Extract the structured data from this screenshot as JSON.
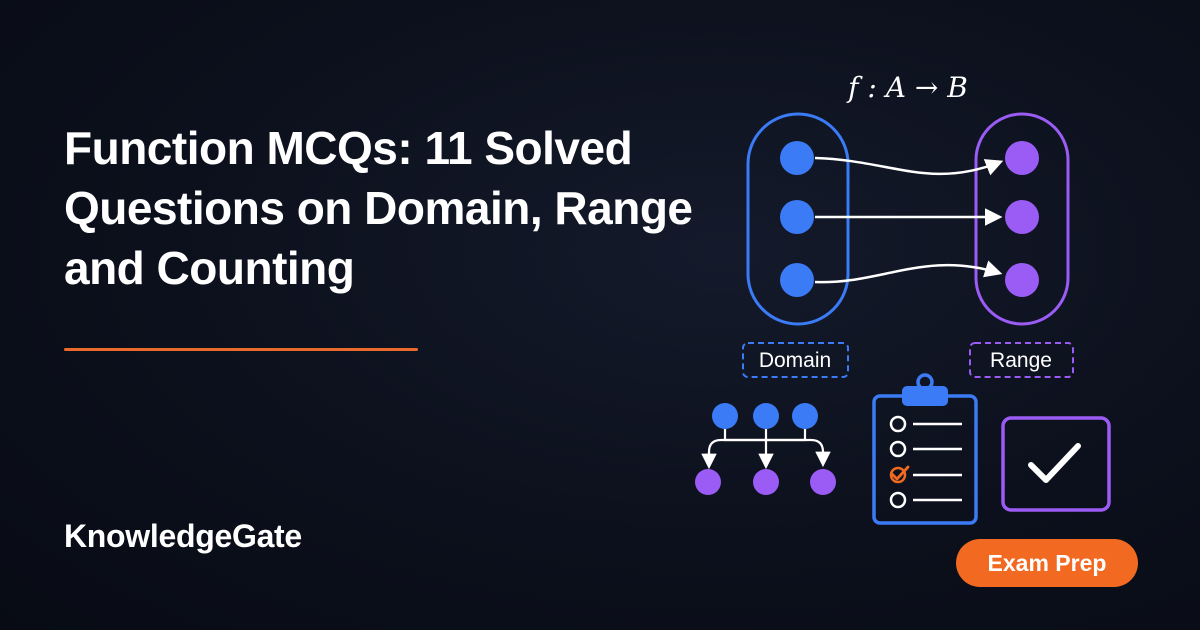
{
  "title": "Function MCQs: 11 Solved Questions on Domain, Range and Counting",
  "brand": "KnowledgeGate",
  "illustration": {
    "function_label": "f : A → B",
    "domain_label": "Domain",
    "range_label": "Range",
    "badge": "Exam Prep"
  },
  "colors": {
    "background": "#0c101c",
    "domain_blue": "#3b7bf6",
    "range_purple": "#9b5cf5",
    "accent_orange": "#ea6a2c",
    "text": "#ffffff"
  },
  "icons": [
    "mapping-diagram",
    "tree-icon",
    "clipboard-checklist-icon",
    "checkbox-icon"
  ]
}
